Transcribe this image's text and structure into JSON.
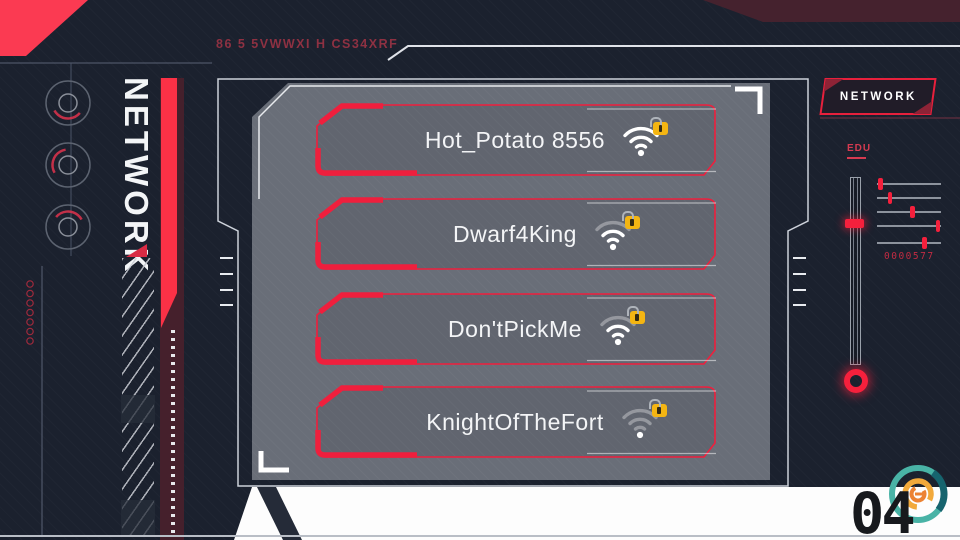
{
  "header": {
    "code_text": "86 5 5VWWXI H CS34XRF"
  },
  "sidebar": {
    "title": "NETWORK"
  },
  "panel": {
    "networks": [
      {
        "name": "Hot_Potato 8556",
        "locked": true,
        "bars": [
          true,
          true,
          true
        ]
      },
      {
        "name": "Dwarf4King",
        "locked": true,
        "bars": [
          true,
          true,
          false
        ]
      },
      {
        "name": "Don'tPickMe",
        "locked": true,
        "bars": [
          true,
          true,
          false
        ]
      },
      {
        "name": "KnightOfTheFort",
        "locked": true,
        "bars": [
          false,
          false,
          false
        ]
      }
    ]
  },
  "controls": {
    "network_button_label": "NETWORK",
    "edu_label": "EDU",
    "counter": "0000577",
    "v_slider_fraction": 0.22,
    "h_sliders": [
      0.05,
      0.2,
      0.55,
      0.95,
      0.74
    ]
  },
  "footer": {
    "page_number": "04"
  },
  "colors": {
    "background": "#1b212e",
    "accent_red": "#ef1f3d",
    "bright_red": "#fb3a52",
    "maroon": "#45222e",
    "panel_gray": "#696e78",
    "lock_amber": "#f4b512",
    "logo_teal": "#49b3a6",
    "logo_orange": "#ec8333"
  }
}
